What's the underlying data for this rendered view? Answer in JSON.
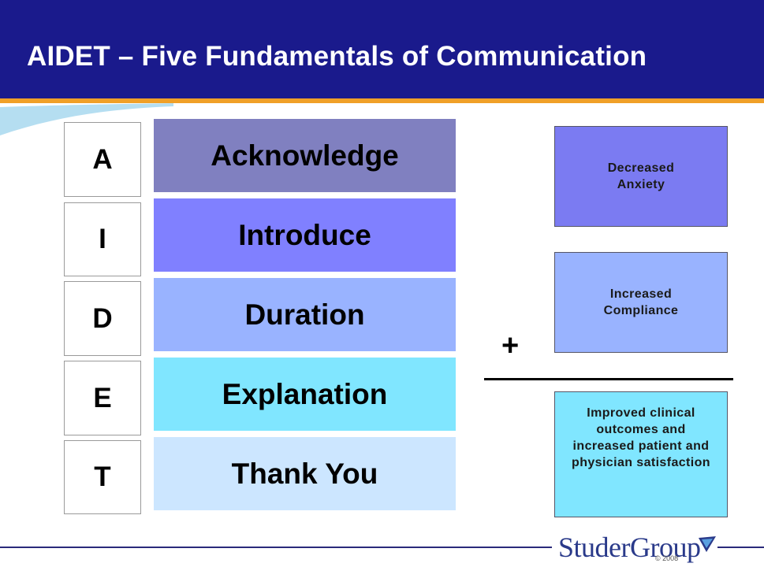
{
  "header": {
    "title": "AIDET – Five Fundamentals of Communication"
  },
  "rows": [
    {
      "letter": "A",
      "word": "Acknowledge",
      "color": "#8080c0"
    },
    {
      "letter": "I",
      "word": "Introduce",
      "color": "#8080ff"
    },
    {
      "letter": "D",
      "word": "Duration",
      "color": "#99b3ff"
    },
    {
      "letter": "E",
      "word": "Explanation",
      "color": "#80e6ff"
    },
    {
      "letter": "T",
      "word": "Thank You",
      "color": "#cce6ff"
    }
  ],
  "outcomes": {
    "decreased_anxiety": "Decreased Anxiety",
    "increased_compliance": "Increased Compliance",
    "improved_outcomes": "Improved clinical outcomes and increased patient and physician satisfaction",
    "plus": "+"
  },
  "footer": {
    "logo_text": "StuderGroup",
    "copyright": "© 2008"
  },
  "colors": {
    "header_bg": "#1a1a8c",
    "accent_band": "#f0a028",
    "outcome_1": "#7b7bf2",
    "outcome_2": "#99b3ff",
    "outcome_3": "#80e6ff"
  }
}
